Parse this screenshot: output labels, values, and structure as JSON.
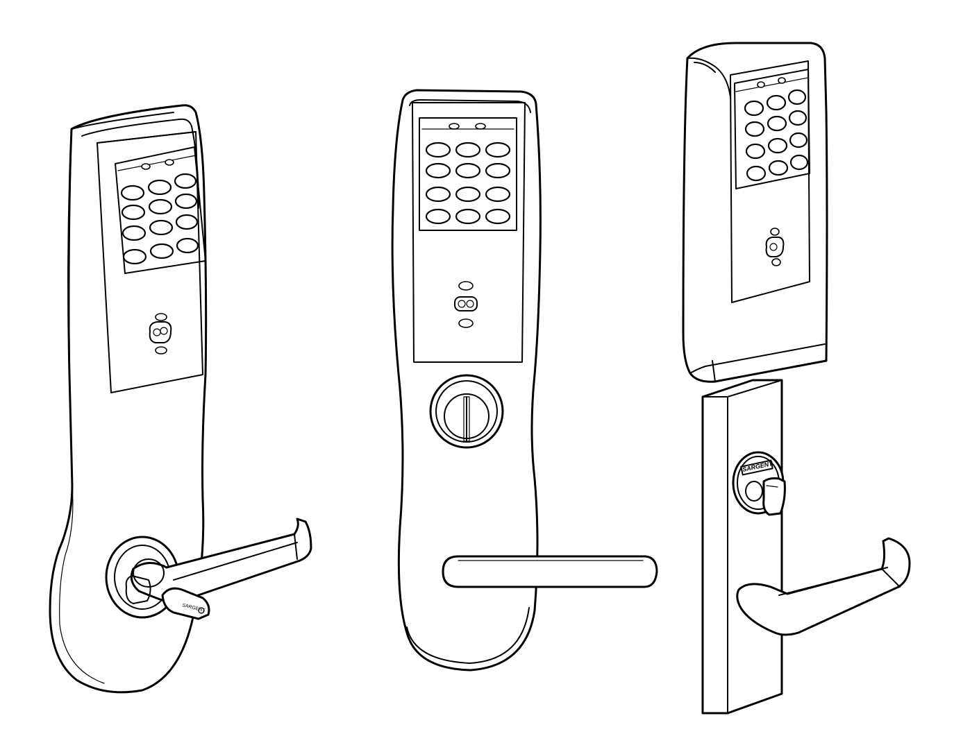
{
  "figure": {
    "background": "#ffffff",
    "line_color": "#000000",
    "views": [
      {
        "id": "left-lock",
        "keypad": {
          "rows": 4,
          "cols": 3,
          "leds": 2
        }
      },
      {
        "id": "center-lock",
        "keypad": {
          "rows": 4,
          "cols": 3,
          "leds": 2
        }
      },
      {
        "id": "right-lock",
        "keypad": {
          "rows": 4,
          "cols": 3,
          "leds": 2
        }
      }
    ],
    "key_brand": "SARGENT",
    "cylinder_brand": "SARGENT"
  }
}
